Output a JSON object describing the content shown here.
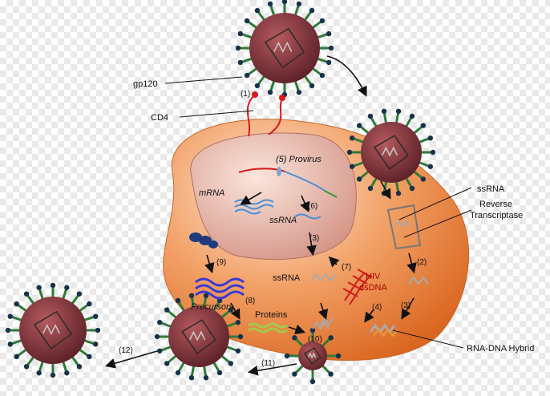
{
  "labels": {
    "gp120": "gp120",
    "cd4": "CD4",
    "provirus": "(5) Provirus",
    "mrna": "mRNA",
    "ssrna_nucleus": "ssRNA",
    "ssrna_cyto": "ssRNA",
    "ssrna_right": "ssRNA",
    "reverse_transcriptase_1": "Reverse",
    "reverse_transcriptase_2": "Transcriptase",
    "hiv_dsdna_1": "HIV",
    "hiv_dsdna_2": "dsDNA",
    "precursors": "Precursors",
    "proteins": "Proteins",
    "rna_dna_hybrid": "RNA-DNA Hybrid"
  },
  "steps": {
    "s1": "(1)",
    "s2": "(2)",
    "s3": "(3)",
    "s4": "(4)",
    "s5_nucleus": "(6)",
    "s6": "(7)",
    "s7": "(8)",
    "s8": "(9)",
    "s9": "(3)",
    "s10": "(10)",
    "s11": "(11)",
    "s12": "(12)"
  },
  "colors": {
    "cell_outer": "#e8843a",
    "cell_inner": "#f7c9a8",
    "nucleus": "#d99a8a",
    "virus_body": "#7a2e35",
    "spike_stem": "#2f7a3a",
    "spike_head": "#16324a",
    "rna_blue": "#4a8fd6",
    "dna_red": "#d41a1a"
  }
}
